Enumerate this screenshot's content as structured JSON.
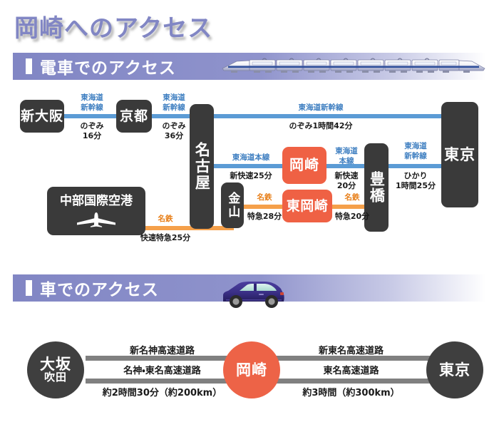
{
  "page": {
    "title": "岡崎へのアクセス"
  },
  "sections": [
    {
      "marker": "bar-marker",
      "label": "電車でのアクセス",
      "art": "shinkansen-illustration"
    },
    {
      "marker": "bar-marker",
      "label": "車でのアクセス",
      "art": "car-illustration"
    }
  ],
  "colors": {
    "accent_purple": "#8186c4",
    "station_dark": "#3a3a3a",
    "okazaki_orange": "#ef6144",
    "shinkansen_blue": "#5b9bd5",
    "meitetsu_orange": "#f5a04a",
    "road_gray": "#808080"
  },
  "train_section": {
    "stations": {
      "shin_osaka": "新大阪",
      "kyoto": "京都",
      "nagoya": "名古屋",
      "chubu_airport": "中部国際空港",
      "kanayama": "金山",
      "okazaki": "岡崎",
      "higashi_okazaki": "東岡崎",
      "toyohashi": "豊橋",
      "tokyo": "東京"
    },
    "legs": [
      {
        "id": "shin-osaka-kyoto",
        "route": "東海道\n新幹線",
        "route_line1": "東海道",
        "route_line2": "新幹線",
        "time": "のぞみ\n16分",
        "time_line1": "のぞみ",
        "time_line2": "16分"
      },
      {
        "id": "kyoto-nagoya",
        "route_line1": "東海道",
        "route_line2": "新幹線",
        "time_line1": "のぞみ",
        "time_line2": "36分"
      },
      {
        "id": "nagoya-tokyo-shink",
        "route": "東海道新幹線",
        "time": "のぞみ1時間42分"
      },
      {
        "id": "nagoya-okazaki",
        "route": "東海道本線",
        "time": "新快速25分"
      },
      {
        "id": "okazaki-toyohashi",
        "route_line1": "東海道",
        "route_line2": "本線",
        "time_line1": "新快速",
        "time_line2": "20分"
      },
      {
        "id": "toyohashi-tokyo",
        "route_line1": "東海道",
        "route_line2": "新幹線",
        "time_line1": "ひかり",
        "time_line2": "1時間25分"
      },
      {
        "id": "airport-kanayama",
        "route": "名鉄",
        "time": "快速特急25分"
      },
      {
        "id": "kanayama-higashiokazaki",
        "route": "名鉄",
        "time": "特急28分"
      },
      {
        "id": "higashiokazaki-toyohashi",
        "route": "名鉄",
        "time": "特急20分"
      }
    ]
  },
  "car_section": {
    "nodes": {
      "osaka_big": "大坂",
      "osaka_small": "吹田",
      "okazaki": "岡崎",
      "tokyo": "東京"
    },
    "routes": [
      {
        "id": "osaka-okazaki",
        "top": "新名神高速道路",
        "middle": "名神・東名高速道路",
        "bottom": "約2時間30分（約200km）"
      },
      {
        "id": "okazaki-tokyo",
        "top": "新東名高速道路",
        "middle": "東名高速道路",
        "bottom": "約3時間（約300km）"
      }
    ]
  }
}
